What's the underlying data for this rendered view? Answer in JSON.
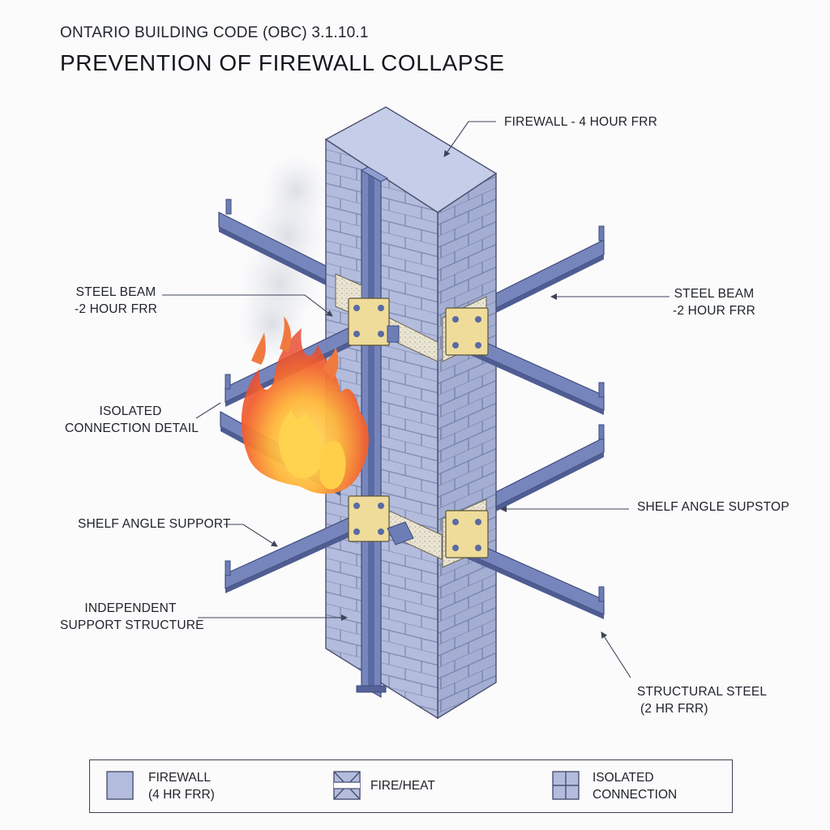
{
  "header": {
    "subtitle": "ONTARIO BUILDING CODE (OBC) 3.1.10.1",
    "title": "PREVENTION OF FIREWALL COLLAPSE"
  },
  "callouts": {
    "firewall": "FIREWALL - 4 HOUR FRR",
    "steel_beam_left": [
      "STEEL BEAM",
      "-2 HOUR FRR"
    ],
    "steel_beam_right": [
      "STEEL BEAM",
      "-2 HOUR FRR"
    ],
    "isolated_connection": [
      "ISOLATED",
      "CONNECTION DETAIL"
    ],
    "shelf_angle_support": "SHELF ANGLE SUPPORT",
    "shelf_angle_supstop": "SHELF ANGLE SUPSTOP",
    "independent_support": [
      "INDEPENDENT",
      "SUPPORT STRUCTURE"
    ],
    "structural_steel": [
      "STRUCTURAL STEEL",
      "(2 HR FRR)"
    ]
  },
  "legend": {
    "items": [
      {
        "icon": "firewall-swatch-icon",
        "lines": [
          "FIREWALL",
          "(4 HR FRR)"
        ]
      },
      {
        "icon": "fire-heat-swatch-icon",
        "lines": [
          "FIRE/HEAT"
        ]
      },
      {
        "icon": "isolated-connection-swatch-icon",
        "lines": [
          "ISOLATED",
          "CONNECTION"
        ]
      }
    ]
  },
  "colors": {
    "masonry_face": "#b3bcdc",
    "masonry_light": "#c6cde8",
    "masonry_dark": "#96a1c8",
    "steel": "#6d7eb7",
    "steel_dark": "#4c5a8f",
    "bracket": "#efdc9a",
    "insulation": "#e8e2cf",
    "flame_outer": "#ee5430",
    "flame_inner": "#ffd34d",
    "line": "#4a5070"
  }
}
